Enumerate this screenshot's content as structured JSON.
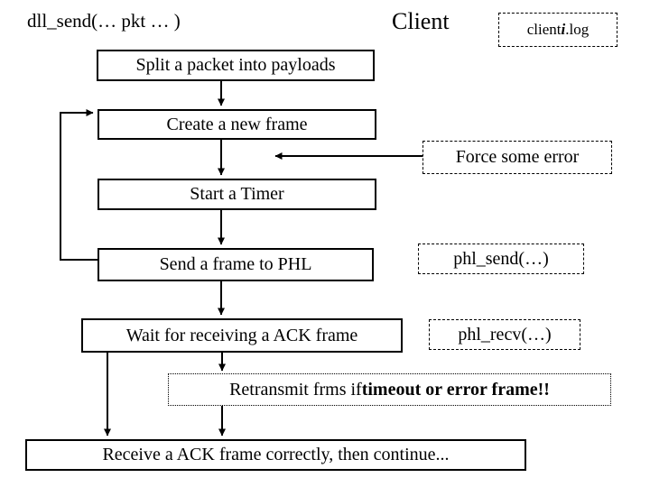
{
  "header": {
    "function_label": "dll_send(… pkt … )",
    "client_label": "Client",
    "log_box": {
      "prefix": "client",
      "emphasis": "i",
      "suffix": ".log"
    }
  },
  "flow": {
    "split": "Split a packet into payloads",
    "create": "Create a new frame",
    "start_timer": "Start a Timer",
    "send": "Send a frame to PHL",
    "wait": "Wait for receiving a ACK frame",
    "receive": "Receive a ACK frame correctly, then continue..."
  },
  "side_notes": {
    "force_error": "Force some error",
    "phl_send": "phl_send(…)",
    "phl_recv": "phl_recv(…)"
  },
  "retransmit": {
    "normal": "Retransmit frms if ",
    "bold": "timeout or error frame!!"
  },
  "colors": {
    "background": "#ffffff",
    "line": "#000000",
    "text": "#000000",
    "box_border": "#000000"
  }
}
